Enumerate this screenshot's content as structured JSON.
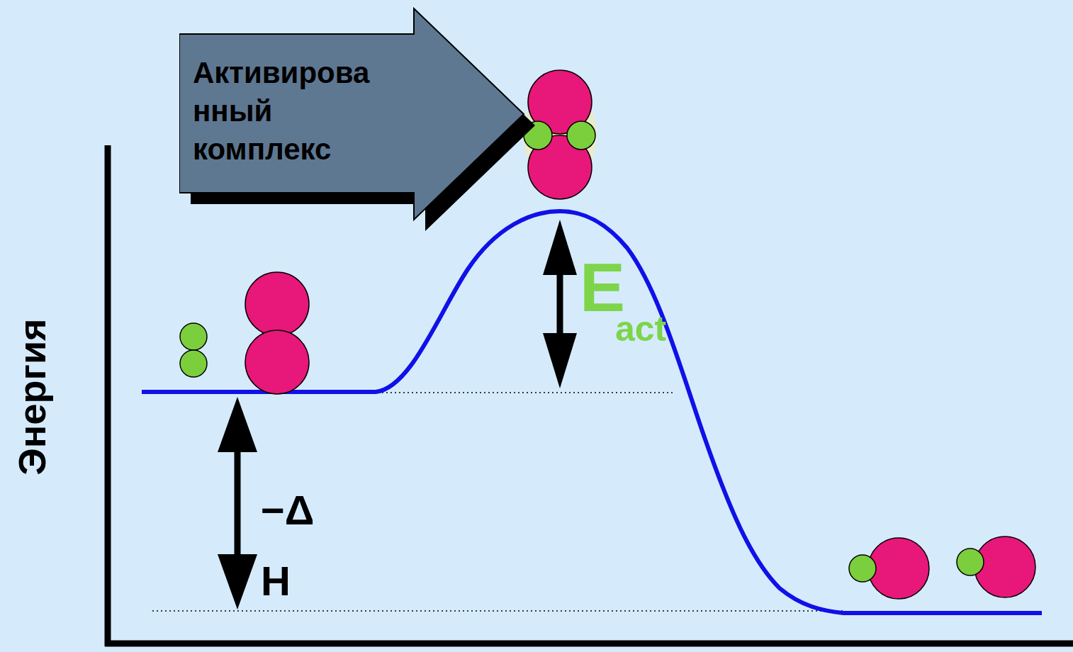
{
  "diagram": {
    "nodes": [
      {
        "text": [
          "Активирова нный комплекс"
        ]
      }
    ],
    "labels": [
      "Энергия",
      "E",
      "act",
      "−Δ H"
    ]
  }
}
